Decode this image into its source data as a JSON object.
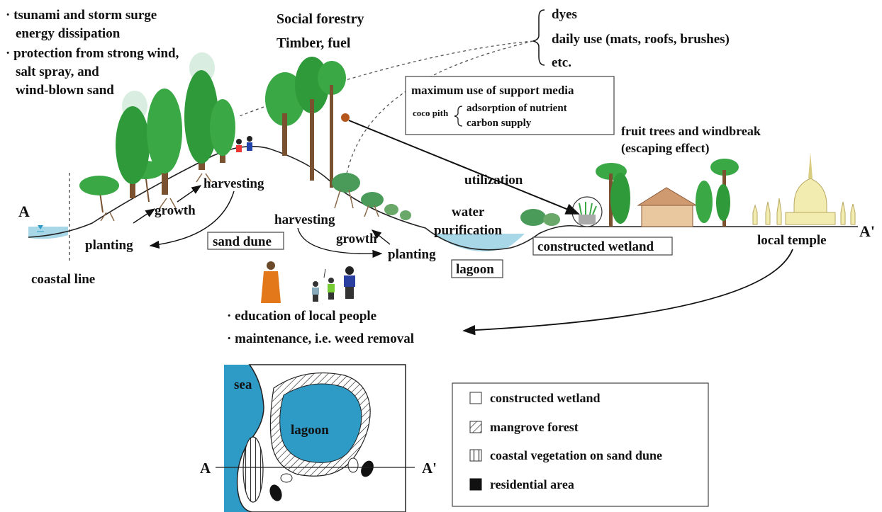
{
  "functions_text": {
    "item1_line1": "· tsunami  and storm surge",
    "item1_line2": "energy dissipation",
    "item2_line1": "· protection from strong wind,",
    "item2_line2": "salt spray, and",
    "item2_line3": "wind-blown sand"
  },
  "forestry_text": {
    "line1": "Social forestry",
    "line2": "Timber, fuel"
  },
  "uses_text": {
    "line1": "dyes",
    "line2": "daily use (mats, roofs, brushes)",
    "line3": "etc."
  },
  "support_media_box": {
    "title": "maximum use of support media",
    "coco_pith": "coco pith",
    "item1": "adsorption of nutrient",
    "item2": "carbon supply"
  },
  "fruit_text": {
    "line1": "fruit trees and windbreak",
    "line2": "(escaping effect)"
  },
  "cross_section": {
    "label_a": "A",
    "label_a_prime": "A'",
    "coastal_line": "coastal line",
    "planting_left": "planting",
    "growth_left": "growth",
    "harvesting_left": "harvesting",
    "sand_dune": "sand dune",
    "utilization": "utilization",
    "harvesting_right": "harvesting",
    "growth_right": "growth",
    "planting_right": "planting",
    "water_purification_1": "water",
    "water_purification_2": "purification",
    "lagoon": "lagoon",
    "constructed_wetland": "constructed wetland",
    "local_temple": "local temple"
  },
  "education_text": {
    "line1": "· education of local people",
    "line2": "· maintenance, i.e. weed removal"
  },
  "map": {
    "sea": "sea",
    "lagoon": "lagoon",
    "label_a": "A",
    "label_a_prime": "A'"
  },
  "legend": {
    "items": [
      {
        "label": "constructed wetland",
        "pattern": "white"
      },
      {
        "label": "mangrove forest",
        "pattern": "diagonal"
      },
      {
        "label": "coastal vegetation on sand dune",
        "pattern": "vertical"
      },
      {
        "label": "residential area",
        "pattern": "black"
      }
    ]
  },
  "colors": {
    "water": "#a8d8e8",
    "map_water": "#2e9bc7",
    "tree_green": "#3aa845",
    "trunk": "#7a5230"
  }
}
